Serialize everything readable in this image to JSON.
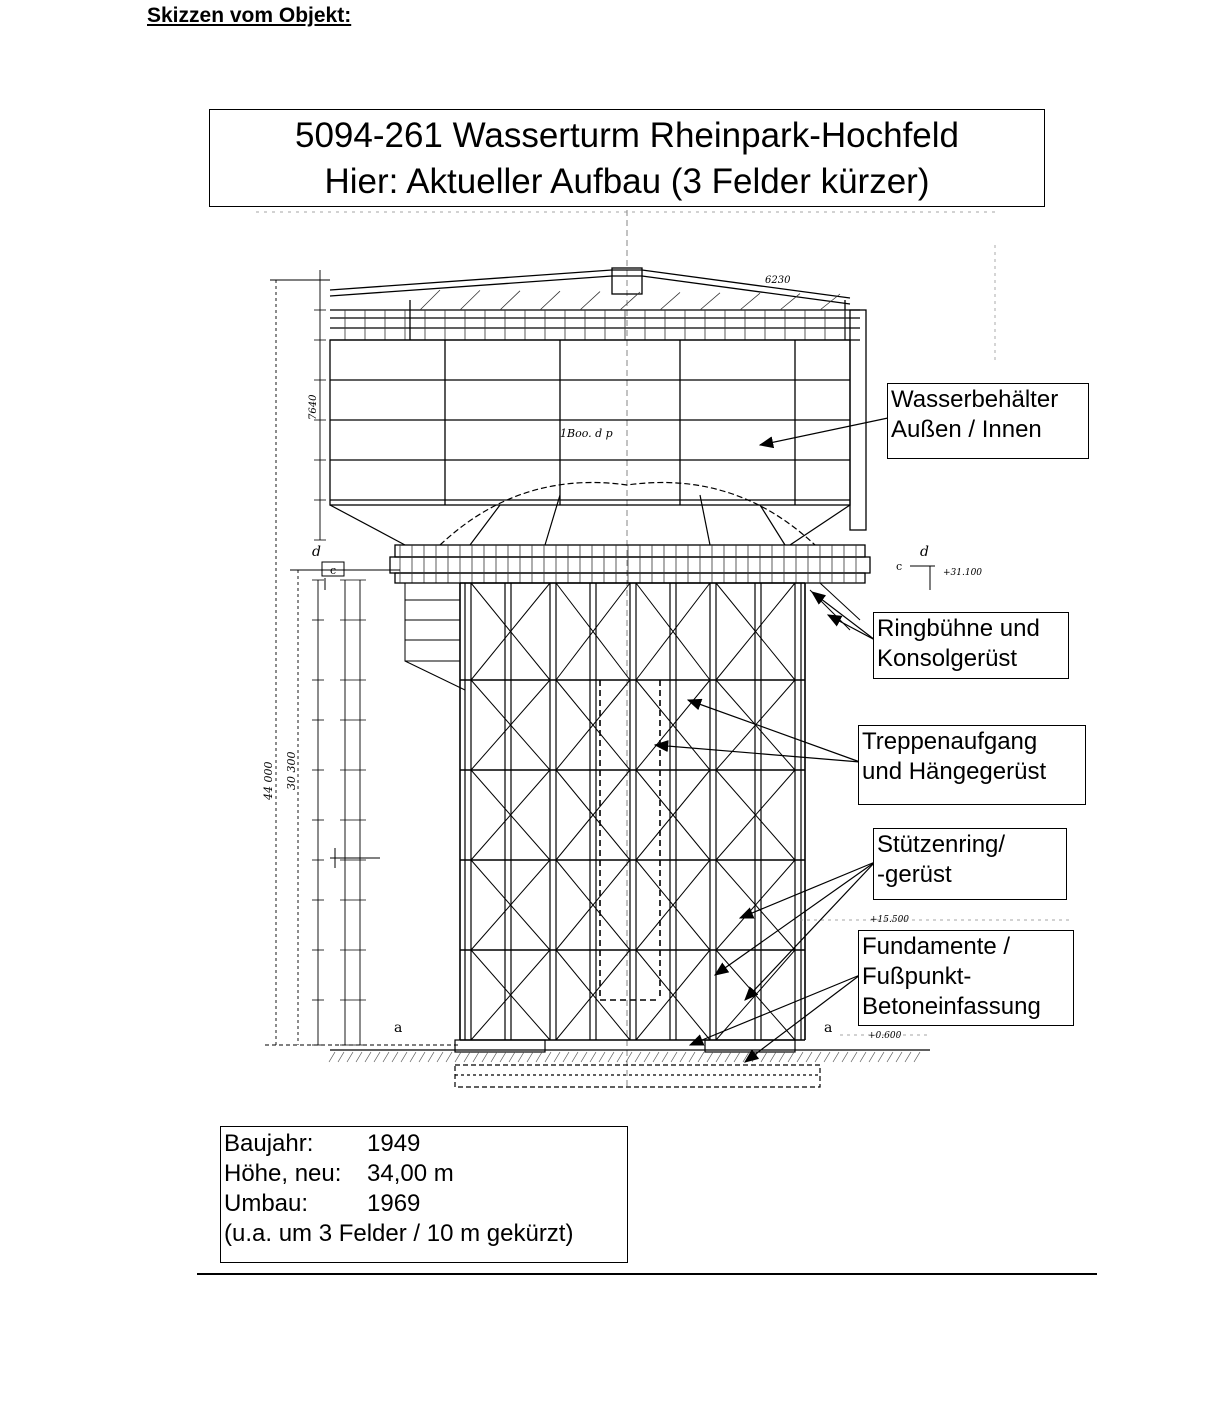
{
  "heading": "Skizzen vom Objekt:",
  "title": {
    "line1": "5094-261 Wasserturm Rheinpark-Hochfeld",
    "line2": "Hier: Aktueller Aufbau (3 Felder kürzer)"
  },
  "callouts": {
    "tank": [
      "Wasserbehälter",
      "Außen / Innen"
    ],
    "ring": [
      "Ringbühne und",
      "Konsolgerüst"
    ],
    "stairs": [
      "Treppenaufgang",
      "und Hängegerüst"
    ],
    "columns": [
      "Stützenring/",
      "-gerüst"
    ],
    "foundation": [
      "Fundamente /",
      "Fußpunkt-",
      "Betoneinfassung"
    ]
  },
  "info": {
    "rows": [
      {
        "key": "Baujahr:",
        "value": "1949"
      },
      {
        "key": "Höhe, neu:",
        "value": "34,00 m"
      },
      {
        "key": "Umbau:",
        "value": "1969"
      }
    ],
    "note": "(u.a. um 3 Felder / 10 m gekürzt)"
  },
  "drawing_labels": {
    "dim_overall": "44 000",
    "dim_sub": "30 300",
    "dim_tank": "7640",
    "dim_roof": "6230",
    "tank_text": "1Boo. d p",
    "section_left": "a",
    "section_right": "a",
    "detail_c": "c",
    "detail_d": "d",
    "level_ring": "+31.100",
    "level_mid": "+15.500",
    "level_ground": "+0.600"
  }
}
